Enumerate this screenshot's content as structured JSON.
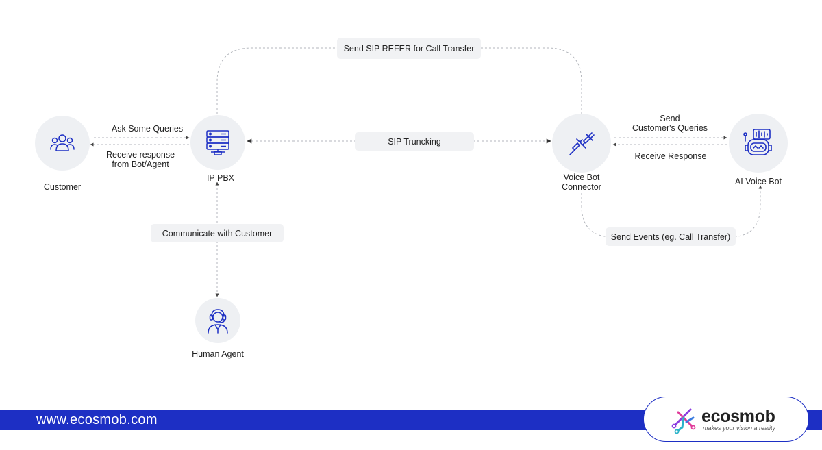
{
  "nodes": {
    "customer": {
      "label": "Customer",
      "icon": "users-group-icon"
    },
    "ip_pbx": {
      "label": "IP PBX",
      "icon": "server-stack-icon"
    },
    "voice_bot_connector": {
      "label_line1": "Voice Bot",
      "label_line2": "Connector",
      "icon": "plug-connector-icon"
    },
    "ai_voice_bot": {
      "label": "AI Voice Bot",
      "icon": "robot-voice-icon"
    },
    "human_agent": {
      "label": "Human Agent",
      "icon": "headset-agent-icon"
    }
  },
  "edges": {
    "ask_queries": "Ask Some Queries",
    "receive_response_line1": "Receive response",
    "receive_response_line2": "from Bot/Agent",
    "sip_trunking": "SIP Truncking",
    "send_queries_line1": "Send",
    "send_queries_line2": "Customer's Queries",
    "receive_response_bot": "Receive Response",
    "sip_refer": "Send SIP REFER for Call Transfer",
    "communicate": "Communicate with Customer",
    "send_events": "Send Events (eg. Call Transfer)"
  },
  "footer": {
    "url": "www.ecosmob.com",
    "brand": "ecosmob",
    "tagline": "makes your vision a reality"
  },
  "colors": {
    "icon": "#1d2fc4",
    "band": "#1d2fc4",
    "node_bg": "#eef0f3",
    "pill_bg": "#f1f2f4",
    "dash": "#b3b6bc"
  }
}
